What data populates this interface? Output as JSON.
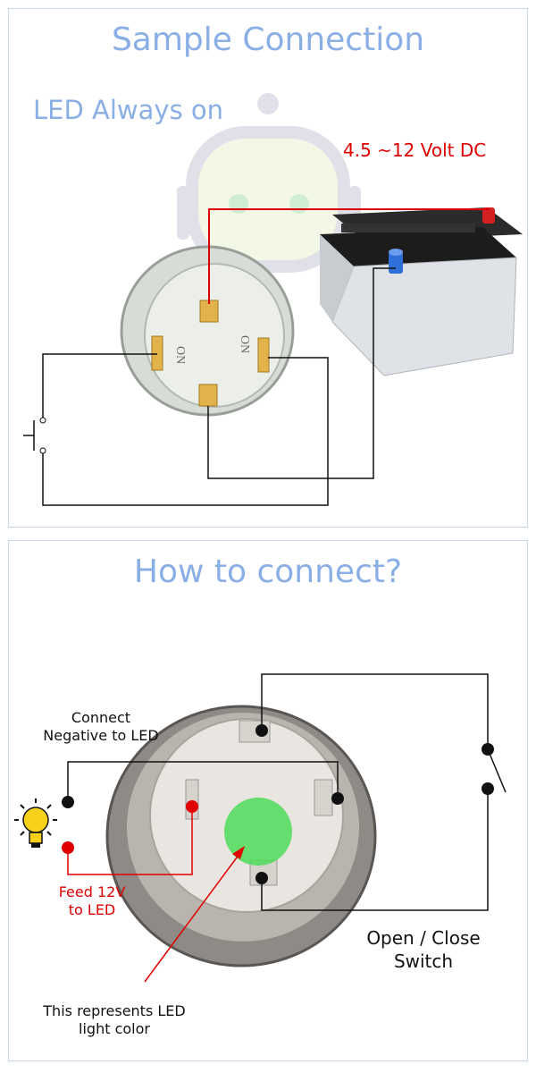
{
  "top": {
    "title": "Sample Connection",
    "mode_label": "LED Always on",
    "voltage_label": "4.5 ~12 Volt DC",
    "terminal_text_left": "ON",
    "terminal_text_right": "ON"
  },
  "bottom": {
    "title": "How to connect?",
    "negative_label_line1": "Connect",
    "negative_label_line2": "Negative to LED",
    "feed_label_line1": "Feed 12V",
    "feed_label_line2": "to LED",
    "switch_label_line1": "Open / Close",
    "switch_label_line2": "Switch",
    "led_color_label_line1": "This represents LED",
    "led_color_label_line2": "light color"
  },
  "colors": {
    "title": "#8aaee6",
    "power_wire": "#e00000",
    "ground_wire": "#111111",
    "led_green": "#4fdc5a",
    "battery_positive": "#d42020",
    "battery_negative": "#2f6fd8"
  },
  "icons": [
    "battery-icon",
    "push-switch-icon",
    "light-bulb-icon",
    "watermark-robot-icon"
  ]
}
